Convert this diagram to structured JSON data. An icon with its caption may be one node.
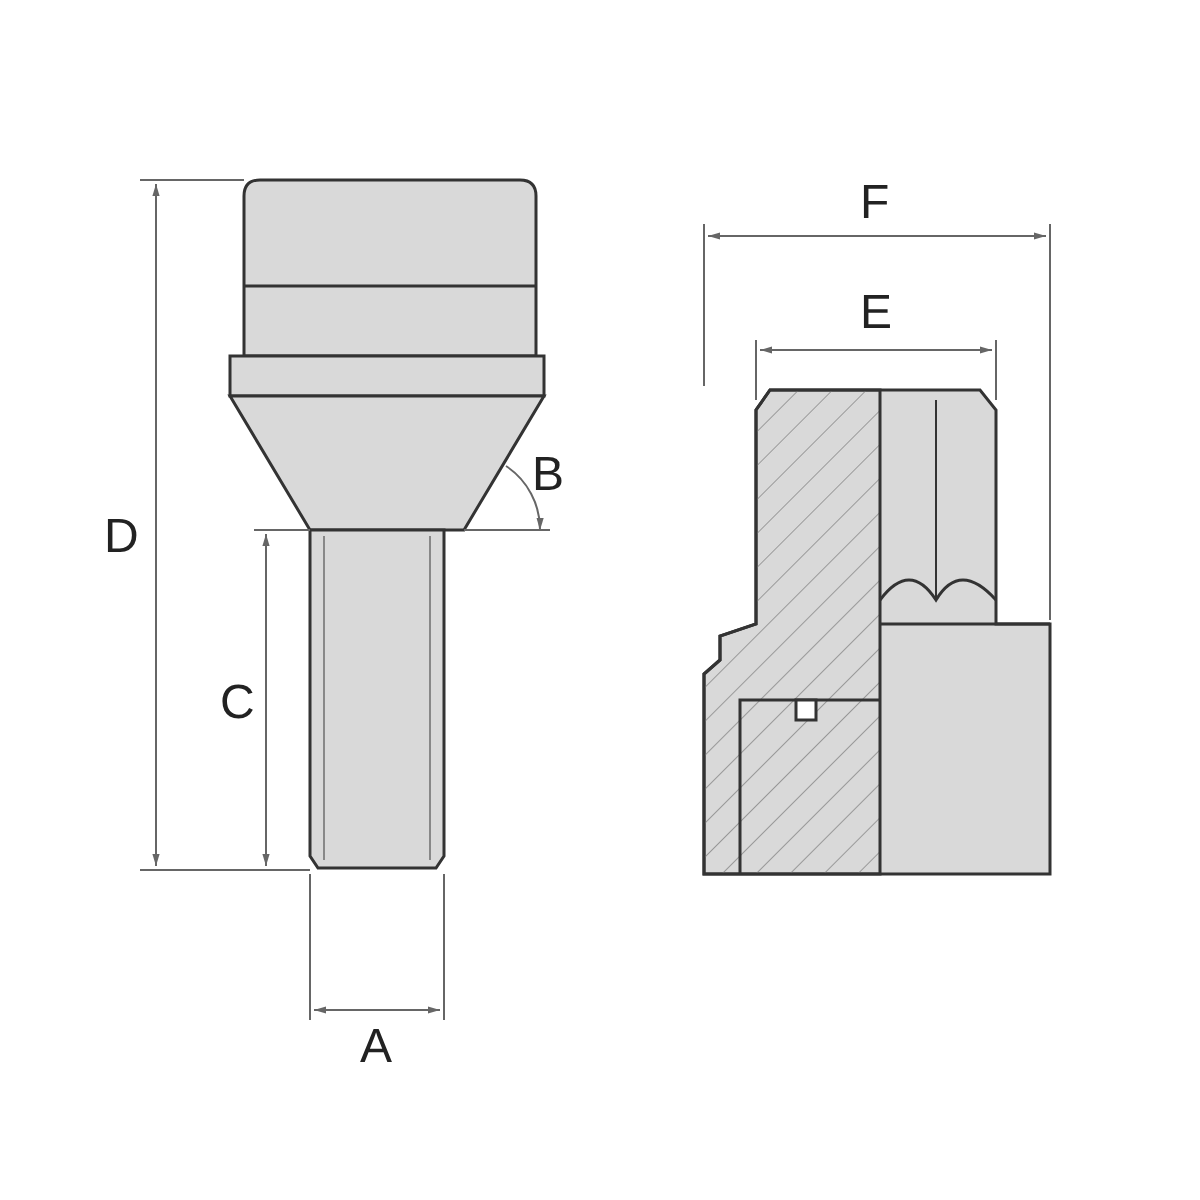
{
  "diagram": {
    "labels": [
      "F",
      "E",
      "B",
      "D",
      "C",
      "A"
    ]
  }
}
